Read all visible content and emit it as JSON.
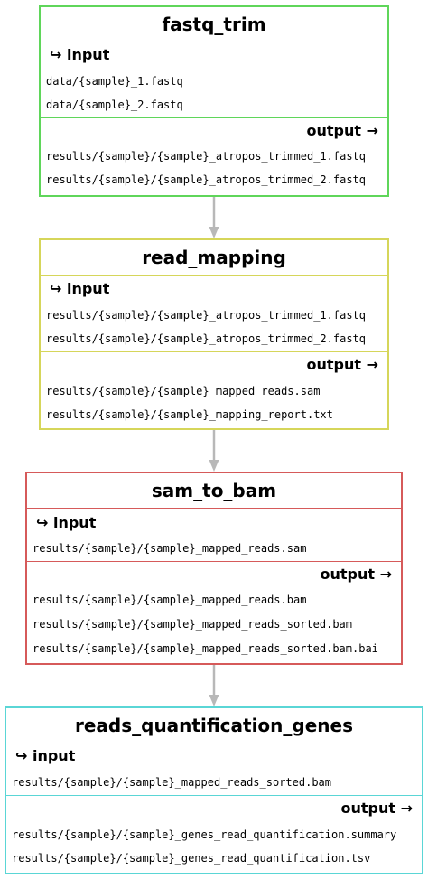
{
  "labels": {
    "input_heading": "↪ input",
    "output_heading": "output →"
  },
  "rules": [
    {
      "name": "fastq_trim",
      "color": "#5fd65a",
      "inputs": [
        "data/{sample}_1.fastq",
        "data/{sample}_2.fastq"
      ],
      "outputs": [
        "results/{sample}/{sample}_atropos_trimmed_1.fastq",
        "results/{sample}/{sample}_atropos_trimmed_2.fastq"
      ]
    },
    {
      "name": "read_mapping",
      "color": "#d6d65a",
      "inputs": [
        "results/{sample}/{sample}_atropos_trimmed_1.fastq",
        "results/{sample}/{sample}_atropos_trimmed_2.fastq"
      ],
      "outputs": [
        "results/{sample}/{sample}_mapped_reads.sam",
        "results/{sample}/{sample}_mapping_report.txt"
      ]
    },
    {
      "name": "sam_to_bam",
      "color": "#d65a5a",
      "inputs": [
        "results/{sample}/{sample}_mapped_reads.sam"
      ],
      "outputs": [
        "results/{sample}/{sample}_mapped_reads.bam",
        "results/{sample}/{sample}_mapped_reads_sorted.bam",
        "results/{sample}/{sample}_mapped_reads_sorted.bam.bai"
      ]
    },
    {
      "name": "reads_quantification_genes",
      "color": "#5ad6d6",
      "inputs": [
        "results/{sample}/{sample}_mapped_reads_sorted.bam"
      ],
      "outputs": [
        "results/{sample}/{sample}_genes_read_quantification.summary",
        "results/{sample}/{sample}_genes_read_quantification.tsv"
      ]
    }
  ],
  "edges": [
    {
      "from": "fastq_trim",
      "to": "read_mapping"
    },
    {
      "from": "read_mapping",
      "to": "sam_to_bam"
    },
    {
      "from": "sam_to_bam",
      "to": "reads_quantification_genes"
    }
  ],
  "edge_color": "#b8b8b8"
}
